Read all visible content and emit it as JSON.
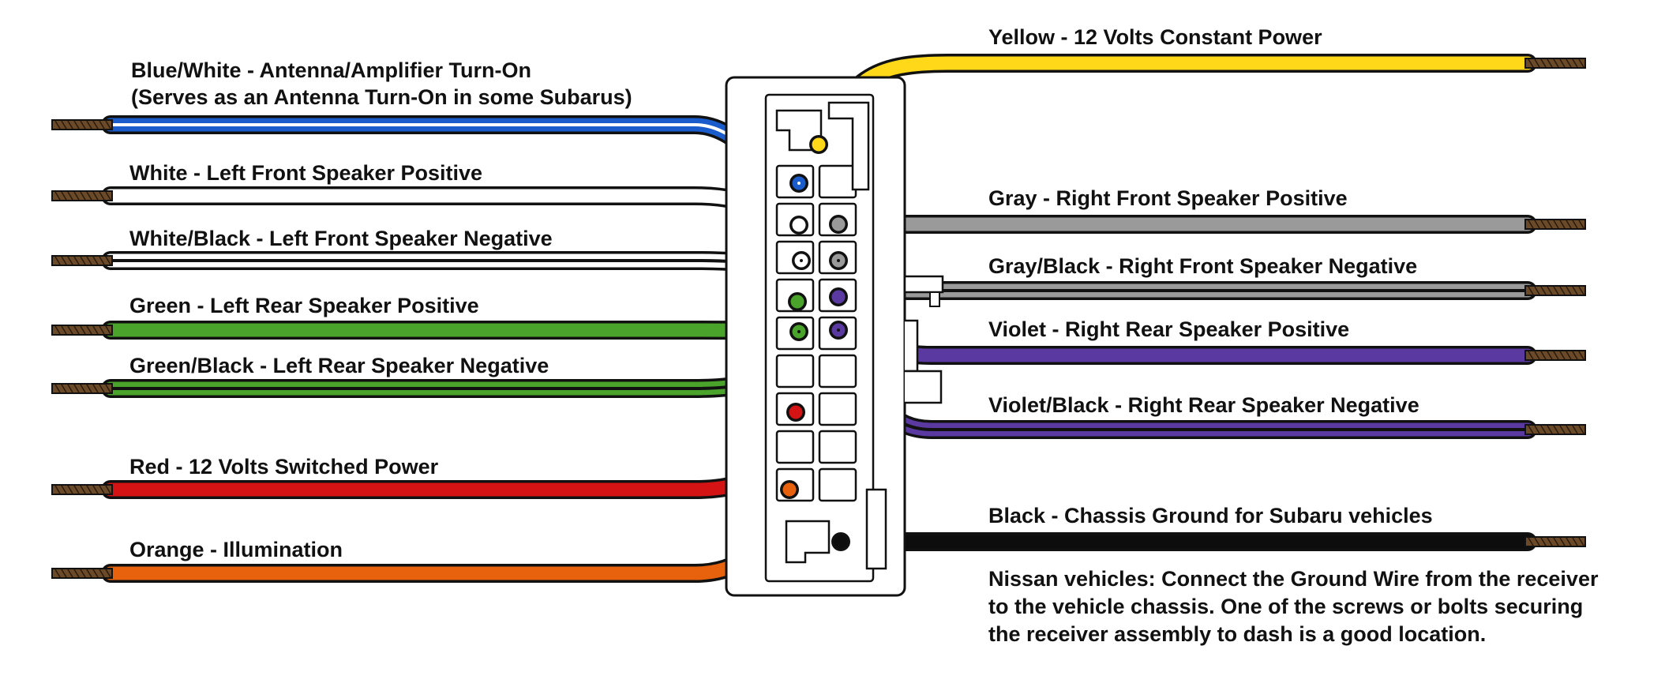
{
  "connector": {
    "name": "wiring-harness-connector"
  },
  "left_wires": [
    {
      "lines": [
        "Blue/White - Antenna/Amplifier Turn-On",
        "(Serves as an Antenna Turn-On in some Subarus)"
      ],
      "color": "#1a5ccc",
      "stripe": "#ffffff"
    },
    {
      "lines": [
        "White - Left Front Speaker Positive"
      ],
      "color": "#ffffff",
      "stripe": ""
    },
    {
      "lines": [
        "White/Black - Left Front Speaker Negative"
      ],
      "color": "#ffffff",
      "stripe": "#111111"
    },
    {
      "lines": [
        "Green - Left Rear Speaker Positive"
      ],
      "color": "#4aa32a",
      "stripe": ""
    },
    {
      "lines": [
        "Green/Black - Left Rear Speaker Negative"
      ],
      "color": "#4aa32a",
      "stripe": "#111111"
    },
    {
      "lines": [
        "Red - 12 Volts Switched Power"
      ],
      "color": "#d41414",
      "stripe": ""
    },
    {
      "lines": [
        "Orange - Illumination"
      ],
      "color": "#e8620e",
      "stripe": ""
    }
  ],
  "right_wires": [
    {
      "lines": [
        "Yellow - 12 Volts Constant Power"
      ],
      "color": "#ffd81a",
      "stripe": ""
    },
    {
      "lines": [
        "Gray - Right Front Speaker Positive"
      ],
      "color": "#9a9a9a",
      "stripe": ""
    },
    {
      "lines": [
        "Gray/Black - Right Front Speaker Negative"
      ],
      "color": "#9a9a9a",
      "stripe": "#111111"
    },
    {
      "lines": [
        "Violet - Right Rear Speaker Positive"
      ],
      "color": "#5a3aa0",
      "stripe": ""
    },
    {
      "lines": [
        "Violet/Black - Right Rear Speaker Negative"
      ],
      "color": "#5a3aa0",
      "stripe": "#111111"
    },
    {
      "lines": [
        "Black - Chassis Ground for Subaru vehicles"
      ],
      "color": "#0d0d0d",
      "stripe": ""
    }
  ],
  "note": {
    "lines": [
      "Nissan vehicles:  Connect the Ground Wire from the receiver",
      "to the vehicle chassis.  One of the screws or bolts securing",
      "the receiver assembly to dash is a good location."
    ]
  },
  "bare_wire_color": "#6b4a2a"
}
